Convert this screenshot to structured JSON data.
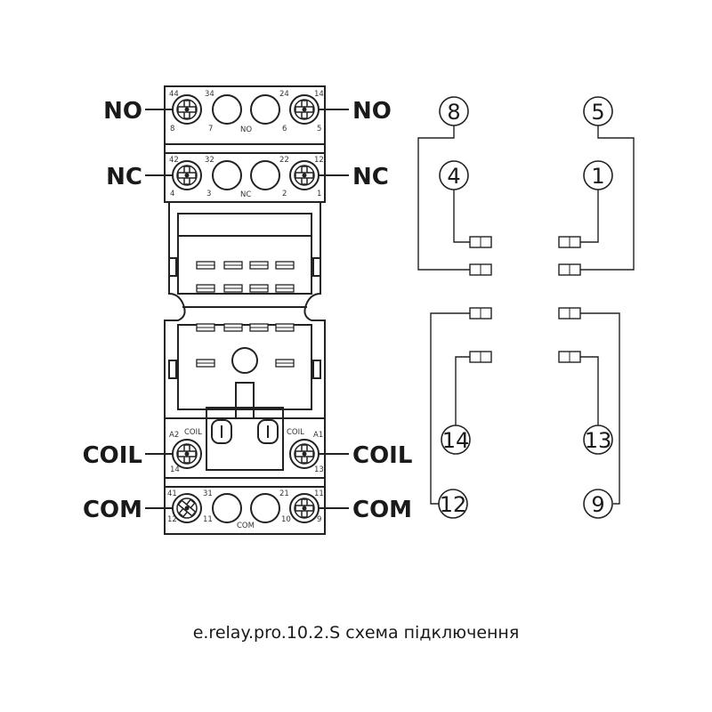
{
  "labels": {
    "left_no": "NO",
    "right_no": "NO",
    "left_nc": "NC",
    "right_nc": "NC",
    "left_coil": "COIL",
    "right_coil": "COIL",
    "left_com": "COM",
    "right_com": "COM"
  },
  "terminals": {
    "row_no": {
      "top": [
        "44",
        "34",
        "24",
        "14"
      ],
      "bottom": [
        "8",
        "7",
        "NO",
        "6",
        "5"
      ]
    },
    "row_nc": {
      "top": [
        "42",
        "32",
        "22",
        "12"
      ],
      "bottom": [
        "4",
        "3",
        "NC",
        "2",
        "1"
      ]
    },
    "row_coil": {
      "left_top": "A2",
      "left_name": "COIL",
      "left_bottom": "14",
      "right_name": "COIL",
      "right_top": "A1",
      "right_bottom": "13"
    },
    "row_com": {
      "top": [
        "41",
        "31",
        "21",
        "11"
      ],
      "bottom": [
        "12",
        "11",
        "COM",
        "10",
        "9"
      ]
    }
  },
  "schematic_pins": [
    "8",
    "5",
    "4",
    "1",
    "14",
    "13",
    "12",
    "9"
  ],
  "caption": "e.relay.pro.10.2.S схема підключення"
}
